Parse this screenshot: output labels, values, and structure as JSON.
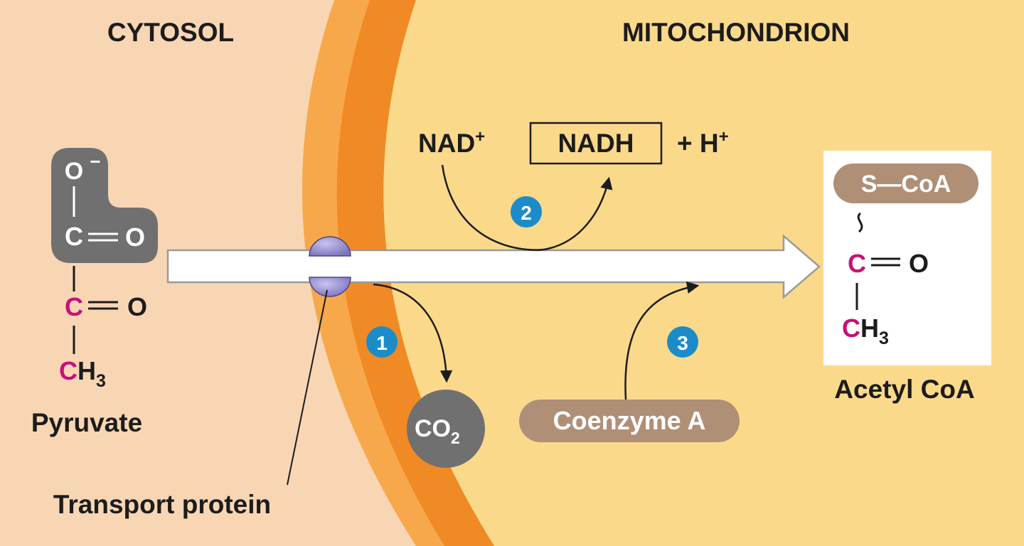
{
  "regions": {
    "cytosol": "CYTOSOL",
    "mitochondrion": "MITOCHONDRION"
  },
  "pyruvate": {
    "name": "Pyruvate",
    "o_minus": "O",
    "minus": "−",
    "carboxyl_c": "C",
    "carboxyl_o": "O",
    "carbonyl_c": "C",
    "carbonyl_o": "O",
    "methyl_c": "C",
    "methyl_h": "H",
    "methyl_sub": "3"
  },
  "transport_protein": "Transport protein",
  "steps": [
    "1",
    "2",
    "3"
  ],
  "nad": {
    "nad_plus": "NAD",
    "plus": "+",
    "nadh": "NADH",
    "h_plus_prefix": "+ H",
    "h_plus_sup": "+"
  },
  "co2": {
    "main": "CO",
    "sub": "2"
  },
  "coenzyme_a": "Coenzyme A",
  "acetyl_coa": {
    "name": "Acetyl CoA",
    "s_coa": "S—CoA",
    "c": "C",
    "o": "O",
    "methyl_c": "C",
    "methyl_h": "H",
    "methyl_sub": "3"
  },
  "colors": {
    "cytosol": "#f8d6b4",
    "mitochondrion": "#fbd98a",
    "membrane_outer": "#f7a84a",
    "membrane_inner": "#f08a25",
    "step_badge": "#1c8cc8",
    "carbon_highlight": "#c8107c",
    "gray_bubble": "#707070",
    "coa_pill": "#b08f77"
  }
}
